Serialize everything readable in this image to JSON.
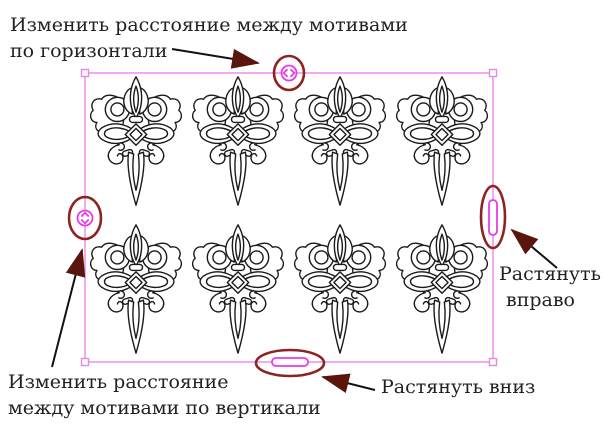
{
  "window": {
    "description": "pattern-spacing-tutorial-canvas",
    "background": "#ffffff"
  },
  "labels": {
    "horizontal_spacing": {
      "line1": "Изменить расстояние между мотивами",
      "line2": "по горизонтали"
    },
    "vertical_spacing": {
      "line1": "Изменить расстояние",
      "line2": "между мотивами по вертикали"
    },
    "stretch_right": {
      "line1": "Растянуть",
      "line2": "вправо"
    },
    "stretch_down": {
      "text": "Растянуть вниз"
    }
  },
  "selection": {
    "frame_color": "#ee8dee",
    "handle_color": "#e83ce8",
    "callout_ring_color": "#8e2323",
    "arrow_shaft_color": "#111111",
    "arrow_head_color": "#5a150d",
    "handles": [
      {
        "name": "horizontal-spacing-handle",
        "shape": "circle-left-right-chevrons",
        "position": "top-center"
      },
      {
        "name": "vertical-spacing-handle",
        "shape": "circle-up-down-chevrons",
        "position": "left-middle"
      },
      {
        "name": "stretch-right-handle",
        "shape": "vertical-pill",
        "position": "right-middle"
      },
      {
        "name": "stretch-down-handle",
        "shape": "horizontal-pill",
        "position": "bottom-center"
      },
      {
        "name": "corner-handle",
        "shape": "small-square",
        "position": "four-corners"
      }
    ]
  },
  "pattern": {
    "motif_name": "damask-ornament",
    "rows": 2,
    "columns": 4,
    "motif_count": 8,
    "outline_color": "#1a1a1a"
  }
}
